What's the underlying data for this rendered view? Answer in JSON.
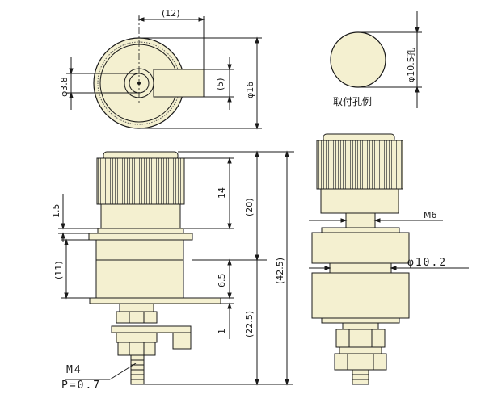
{
  "drawing": {
    "colors": {
      "line": "#1a1a1a",
      "fill": "#f4f0d0",
      "knurl": "#8a8a80",
      "background": "#ffffff"
    },
    "dimensions": {
      "top_width": "(12)",
      "top_slot": "(5)",
      "top_diameter": "φ16",
      "top_bore": "φ3.8",
      "mount_hole": "φ10.5孔",
      "mount_caption": "取付孔例",
      "knurl_height": "14",
      "gap": "1.5",
      "cap_total": "(20)",
      "overall": "(42.5)",
      "body_height": "(11)",
      "body_lower": "6.5",
      "thread_len": "(22.5)",
      "washer": "1",
      "side_thread": "M6",
      "side_diameter": "φ10.2",
      "thread_size": "M4",
      "thread_pitch": "P=0.7"
    }
  }
}
